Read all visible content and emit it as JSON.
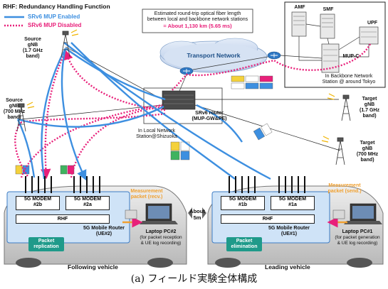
{
  "title": "RHF: Redundancy Handling Function",
  "legend": {
    "enabled": "SRv6 MUP Enabled",
    "disabled": "SRv6 MUP Disabled",
    "enabled_color": "#3d8fe0",
    "disabled_color": "#e8207a"
  },
  "estimate_box": {
    "line1": "Estimated round-trip optical fiber length",
    "line2": "between local and backbone network stations",
    "line3": "= About 1,130 km (5.65 ms)"
  },
  "core": {
    "amf": "AMF",
    "smf": "SMF",
    "mupc": "MUP-C",
    "upf": "UPF",
    "station_line1": "In Backbone Network",
    "station_line2": "Station @ around Tokyo"
  },
  "transport_network": "Transport Network",
  "srv6_router": {
    "line1": "SRv6 router",
    "line2": "(MUP-GW&PE)"
  },
  "local_station": {
    "line1": "In Local Network",
    "line2": "Station@Shizuoka"
  },
  "gnbs": {
    "source_17": [
      "Source",
      "gNB",
      "(1.7 GHz",
      "band)"
    ],
    "source_700": [
      "Source",
      "gNB",
      "(700 MHz",
      "band)"
    ],
    "target_17": [
      "Target",
      "gNB",
      "(1.7 GHz",
      "band)"
    ],
    "target_700": [
      "Target",
      "gNB",
      "(700 MHz",
      "band)"
    ]
  },
  "following": {
    "modem_b": [
      "5G MODEM",
      "#2b"
    ],
    "modem_a": [
      "5G MODEM",
      "#2a"
    ],
    "rhf": "RHF",
    "router": [
      "5G Mobile Router",
      "(UE#2)"
    ],
    "badge": [
      "Packet",
      "replication"
    ],
    "measurement": [
      "Measurement",
      "packet (recv.)"
    ],
    "laptop": [
      "Laptop PC#2",
      "(for packet reception",
      "& UE log recording)"
    ],
    "vehicle": "Following vehicle"
  },
  "leading": {
    "modem_b": [
      "5G MODEM",
      "#1b"
    ],
    "modem_a": [
      "5G MODEM",
      "#1a"
    ],
    "rhf": "RHF",
    "router": [
      "5G Mobile Router",
      "(UE#1)"
    ],
    "badge": [
      "Packet",
      "elimination"
    ],
    "measurement": [
      "Measurement",
      "packet (send.)"
    ],
    "laptop": [
      "Laptop PC#1",
      "(for packet generation",
      "& UE log recording)"
    ],
    "vehicle": "Leading vehicle"
  },
  "distance": [
    "About",
    "5m"
  ],
  "caption": "(a) フィールド実験全体構成"
}
